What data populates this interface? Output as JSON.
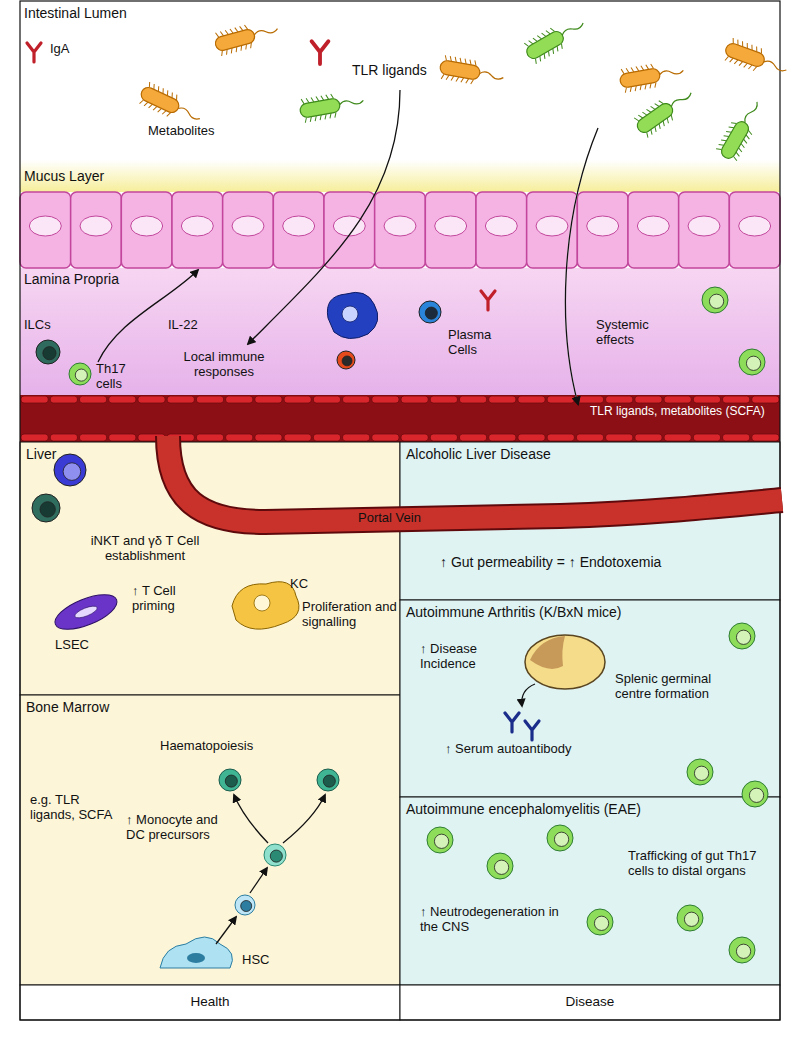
{
  "diagram": {
    "nodes": [
      {
        "text": [
          "Liver",
          "iNKT and γδ T Cell establishment",
          "↑ T Cell priming",
          "Proliferation and signalling",
          "KC",
          "LSEC"
        ]
      },
      {
        "text": [
          "Bone Marrow",
          "Haematopoiesis",
          "e.g. TLR ligands, SCFA",
          "↑ Monocyte and DC precursors",
          "HSC"
        ]
      },
      {
        "text": [
          "Alcoholic Liver Disease",
          "↑ Gut permeability = ↑ Endotoxemia"
        ]
      },
      {
        "text": [
          "Autoimmune Arthritis (K/BxN mice)",
          "↑ Disease Incidence",
          "Splenic germinal centre formation",
          "↑ Serum autoantibody"
        ]
      },
      {
        "text": [
          "Autoimmune encephalomyelitis (EAE)",
          "↑ Neutrodegeneration in the CNS",
          "Trafficking of gut Th17 cells to distal organs"
        ]
      },
      {
        "text": [
          "Health"
        ]
      },
      {
        "text": [
          "Disease"
        ]
      }
    ],
    "labels": [
      "Intestinal Lumen",
      "IgA",
      "TLR ligands",
      "Metabolites",
      "Mucus Layer",
      "Lamina Propria",
      "ILCs",
      "IL-22",
      "Th17 cells",
      "Local immune responses",
      "Plasma Cells",
      "Systemic effects",
      "TLR ligands, metabolites (SCFA)",
      "Portal Vein"
    ]
  }
}
